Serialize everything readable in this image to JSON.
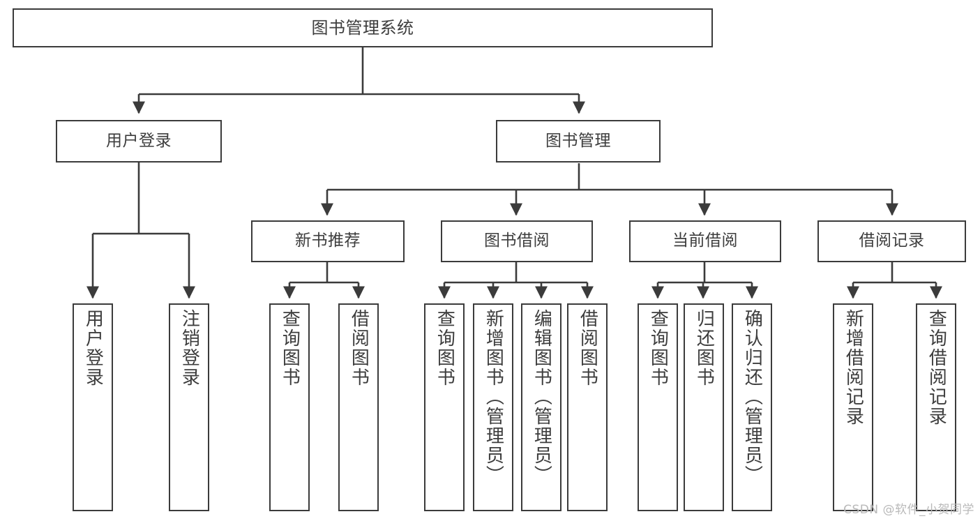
{
  "diagram": {
    "type": "tree-hierarchy",
    "title": "图书管理系统",
    "style": {
      "box_border_color": "#3b3b3b",
      "box_fill_color": "#ffffff",
      "edge_color": "#3b3b3b",
      "text_color": "#3d3d3d",
      "background_color": "#ffffff"
    },
    "watermark": "CSDN @软件_小贺同学",
    "nodes": {
      "root": {
        "label": "图书管理系统",
        "level": 0
      },
      "l1": [
        {
          "id": "user-login",
          "label": "用户登录",
          "level": 1
        },
        {
          "id": "book-manage",
          "label": "图书管理",
          "level": 1
        }
      ],
      "l2": [
        {
          "id": "new-book-recommend",
          "label": "新书推荐",
          "level": 2,
          "parent": "book-manage"
        },
        {
          "id": "book-borrow",
          "label": "图书借阅",
          "level": 2,
          "parent": "book-manage"
        },
        {
          "id": "current-borrow",
          "label": "当前借阅",
          "level": 2,
          "parent": "book-manage"
        },
        {
          "id": "borrow-record",
          "label": "借阅记录",
          "level": 2,
          "parent": "book-manage"
        }
      ],
      "leaves": [
        {
          "id": "leaf-user-login",
          "label": "用户登录",
          "parent": "user-login"
        },
        {
          "id": "leaf-logout",
          "label": "注销登录",
          "parent": "user-login"
        },
        {
          "id": "leaf-query-book-1",
          "label": "查询图书",
          "parent": "new-book-recommend"
        },
        {
          "id": "leaf-borrow-book-1",
          "label": "借阅图书",
          "parent": "new-book-recommend"
        },
        {
          "id": "leaf-query-book-2",
          "label": "查询图书",
          "parent": "book-borrow"
        },
        {
          "id": "leaf-add-book",
          "label": "新增图书（管理员）",
          "parent": "book-borrow"
        },
        {
          "id": "leaf-edit-book",
          "label": "编辑图书（管理员）",
          "parent": "book-borrow"
        },
        {
          "id": "leaf-borrow-book-2",
          "label": "借阅图书",
          "parent": "book-borrow"
        },
        {
          "id": "leaf-query-book-3",
          "label": "查询图书",
          "parent": "current-borrow"
        },
        {
          "id": "leaf-return-book",
          "label": "归还图书",
          "parent": "current-borrow"
        },
        {
          "id": "leaf-confirm-return",
          "label": "确认归还（管理员）",
          "parent": "current-borrow"
        },
        {
          "id": "leaf-add-record",
          "label": "新增借阅记录",
          "parent": "borrow-record"
        },
        {
          "id": "leaf-query-record",
          "label": "查询借阅记录",
          "parent": "borrow-record"
        }
      ]
    }
  }
}
